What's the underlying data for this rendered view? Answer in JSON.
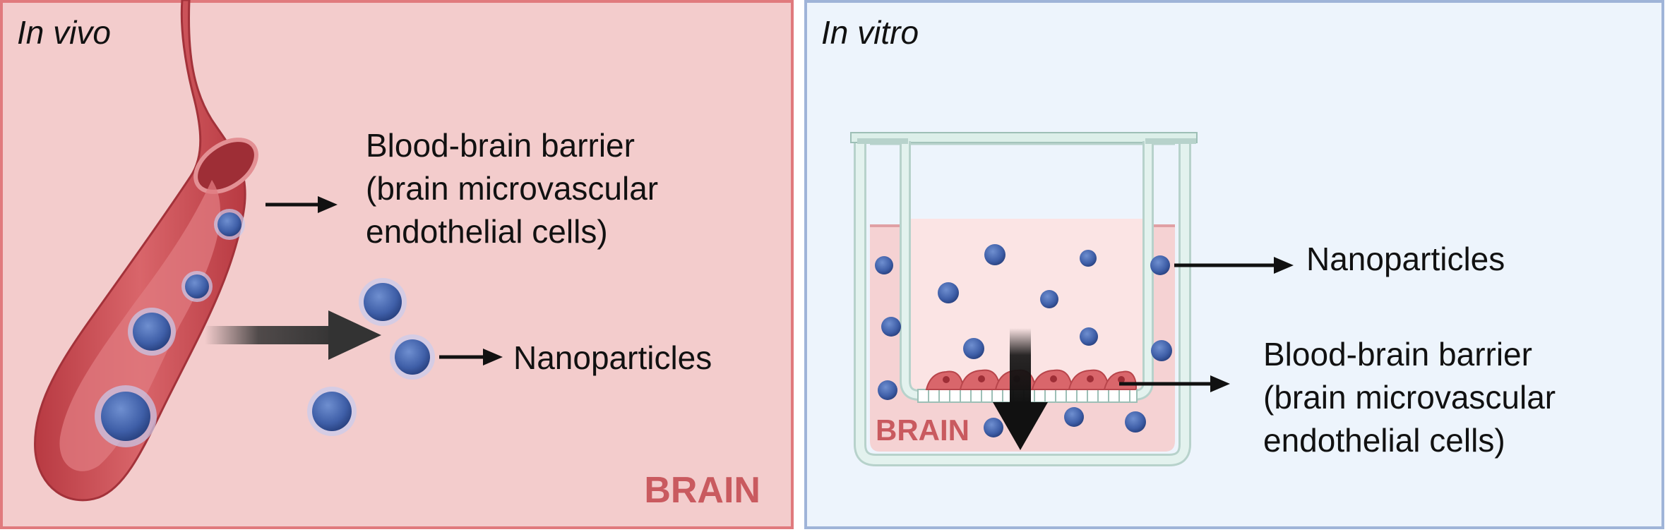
{
  "left_panel": {
    "title": "In vivo",
    "bbb_label_lines": [
      "Blood-brain barrier",
      "(brain microvascular",
      "endothelial cells)"
    ],
    "nanoparticles_label": "Nanoparticles",
    "brain_label": "BRAIN",
    "colors": {
      "background": "#f3cccc",
      "border": "#e07a7d",
      "vessel": "#c8474d",
      "nanoparticle": "#3f5fa8"
    }
  },
  "right_panel": {
    "title": "In vitro",
    "nanoparticles_label": "Nanoparticles",
    "bbb_label_lines": [
      "Blood-brain barrier",
      "(brain microvascular",
      "endothelial cells)"
    ],
    "brain_label": "BRAIN",
    "colors": {
      "background": "#edf4fc",
      "border": "#9fb4d8",
      "insert": "#dcefe9",
      "medium": "#f5d2d3",
      "nanoparticle": "#3f5fa8"
    }
  }
}
